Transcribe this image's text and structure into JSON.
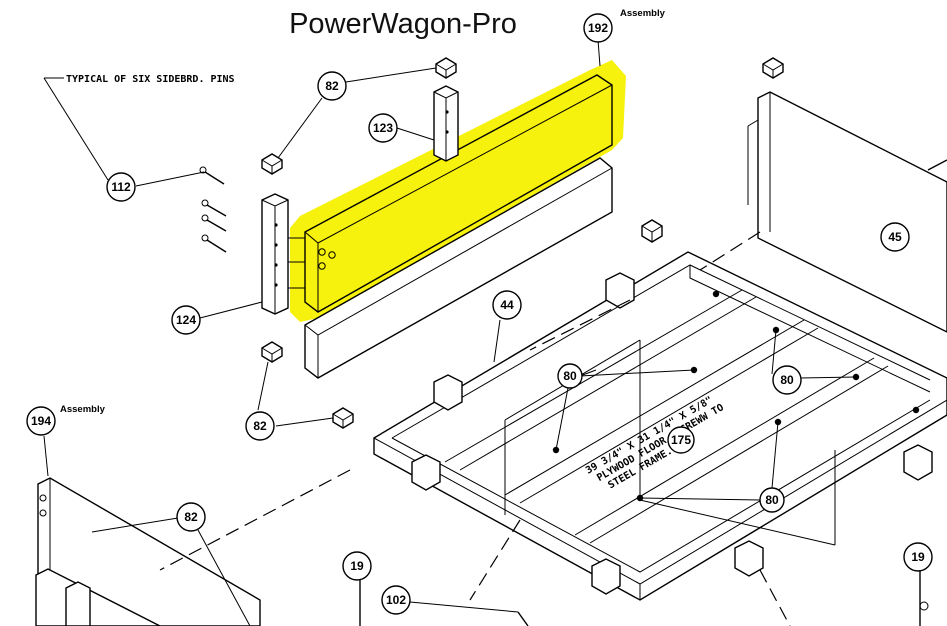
{
  "title": "PowerWagon-Pro",
  "highlight_color": "#f5f000",
  "assembly_word": "Assembly",
  "note_sidebrd": "TYPICAL OF SIX SIDEBRD. PINS",
  "floor_note": [
    "39 3/4\" X 31 1/4\" X 5/8\"",
    "PLYWOOD FLOOR. SCREWW TO",
    "STEEL FRAME."
  ],
  "callouts": {
    "c192": "192",
    "c82a": "82",
    "c123": "123",
    "c112": "112",
    "c124": "124",
    "c82b": "82",
    "c44": "44",
    "c45": "45",
    "c80a": "80",
    "c80b": "80",
    "c175": "175",
    "c80c": "80",
    "c194": "194",
    "c82c": "82",
    "c19a": "19",
    "c102": "102",
    "c19b": "19"
  }
}
